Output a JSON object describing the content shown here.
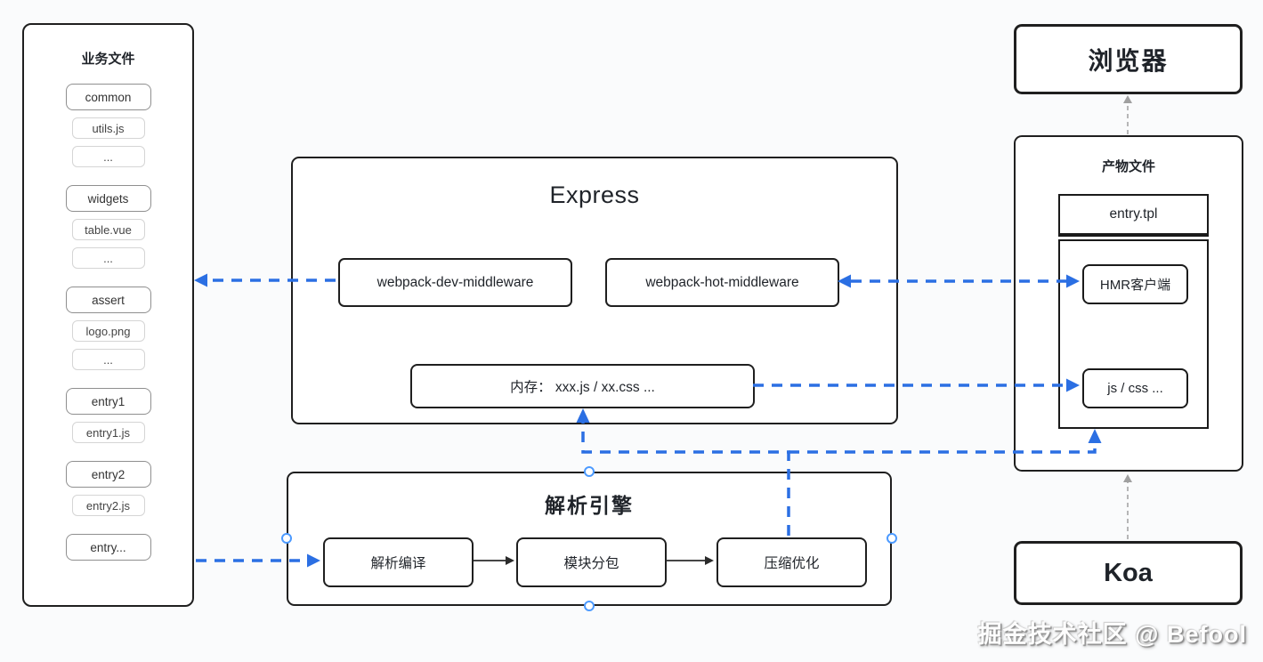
{
  "sidebar": {
    "title": "业务文件",
    "items": [
      {
        "label": "common",
        "kind": "parent"
      },
      {
        "label": "utils.js",
        "kind": "child"
      },
      {
        "label": "...",
        "kind": "child"
      },
      {
        "label": "widgets",
        "kind": "parent"
      },
      {
        "label": "table.vue",
        "kind": "child"
      },
      {
        "label": "...",
        "kind": "child"
      },
      {
        "label": "assert",
        "kind": "parent"
      },
      {
        "label": "logo.png",
        "kind": "child"
      },
      {
        "label": "...",
        "kind": "child"
      },
      {
        "label": "entry1",
        "kind": "parent"
      },
      {
        "label": "entry1.js",
        "kind": "child"
      },
      {
        "label": "entry2",
        "kind": "parent"
      },
      {
        "label": "entry2.js",
        "kind": "child"
      },
      {
        "label": "entry...",
        "kind": "parent"
      }
    ]
  },
  "express": {
    "title": "Express",
    "dev_middleware": "webpack-dev-middleware",
    "hot_middleware": "webpack-hot-middleware",
    "memory_label": "内存： xxx.js / xx.css ..."
  },
  "engine": {
    "title": "解析引擎",
    "steps": [
      "解析编译",
      "模块分包",
      "压缩优化"
    ]
  },
  "browser": {
    "title": "浏览器"
  },
  "artifacts": {
    "title": "产物文件",
    "entry_tpl": "entry.tpl",
    "hmr_client": "HMR客户端",
    "assets": "js / css ..."
  },
  "koa": {
    "title": "Koa"
  },
  "watermark": "掘金技术社区 @ Befool",
  "colors": {
    "accent_blue": "#2b6fe3",
    "connector_blue": "#4c9aff",
    "line_gray": "#a0a0a0",
    "border_dark": "#1f1f1f",
    "background": "#fafbfc"
  }
}
